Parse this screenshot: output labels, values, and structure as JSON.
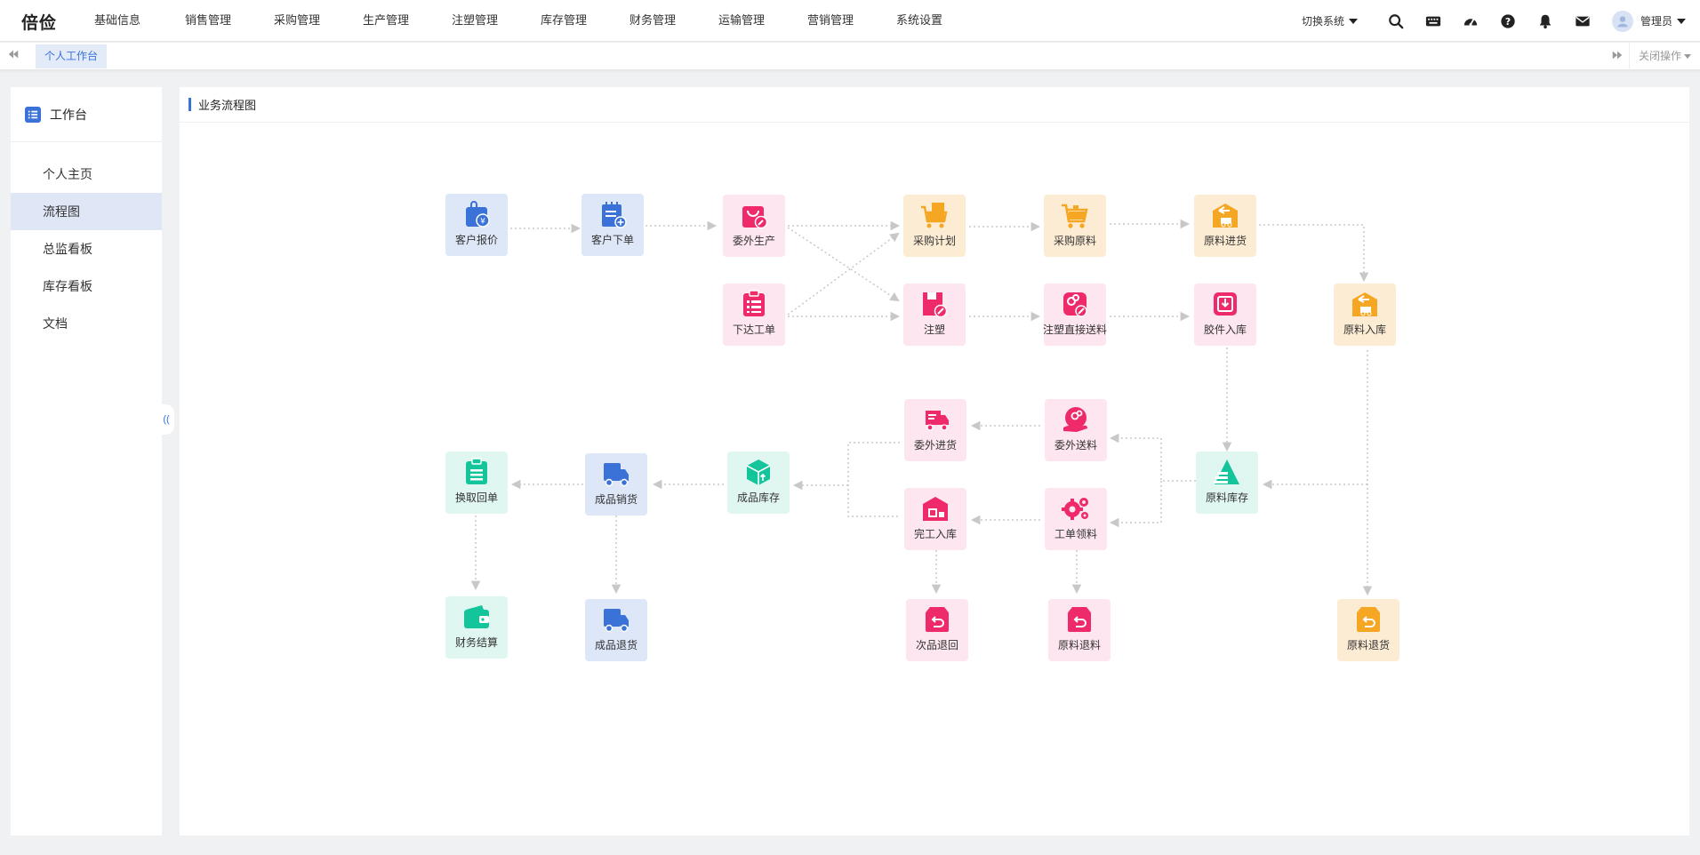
{
  "app": {
    "logo": "倍俭"
  },
  "nav": {
    "menu": [
      "基础信息",
      "销售管理",
      "采购管理",
      "生产管理",
      "注塑管理",
      "库存管理",
      "财务管理",
      "运输管理",
      "营销管理",
      "系统设置"
    ],
    "switch_system": "切换系统",
    "user": "管理员"
  },
  "tabs": {
    "active": "个人工作台",
    "close_ops": "关闭操作"
  },
  "sidebar": {
    "title": "工作台",
    "items": [
      "个人主页",
      "流程图",
      "总监看板",
      "库存看板",
      "文档"
    ],
    "active_index": 1
  },
  "main": {
    "title": "业务流程图"
  },
  "flow": {
    "colors": {
      "blue": "#3a72d8",
      "pink": "#ee2a6b",
      "orange": "#f5a623",
      "green": "#14c49b"
    },
    "nodes": {
      "customer_quote": "客户报价",
      "customer_order": "客户下单",
      "outsource_production": "委外生产",
      "purchase_plan": "采购计划",
      "purchase_material": "采购原料",
      "material_inbound_goods": "原料进货",
      "issue_work_order": "下达工单",
      "injection": "注塑",
      "injection_direct_send": "注塑直接送料",
      "rubber_part_inbound": "胶件入库",
      "material_warehouse_in": "原料入库",
      "outsource_receive": "委外进货",
      "outsource_send": "委外送料",
      "material_stock": "原料库存",
      "exchange_receipt": "换取回单",
      "product_sales": "成品销货",
      "product_stock": "成品库存",
      "completed_inbound": "完工入库",
      "work_order_pick": "工单领料",
      "finance_settlement": "财务结算",
      "product_return": "成品退货",
      "defect_return": "次品退回",
      "material_return": "原料退料",
      "material_refund": "原料退货"
    }
  }
}
